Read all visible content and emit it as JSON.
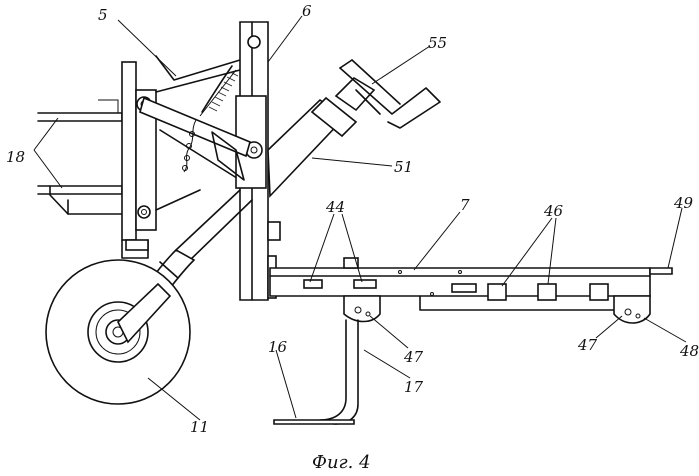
{
  "labels": {
    "l5": "5",
    "l6": "6",
    "l55": "55",
    "l18": "18",
    "l51": "51",
    "l44": "44",
    "l7": "7",
    "l46": "46",
    "l49": "49",
    "l47a": "47",
    "l47b": "47",
    "l48": "48",
    "l16": "16",
    "l17": "17",
    "l11": "11"
  },
  "caption": "Фиг. 4"
}
